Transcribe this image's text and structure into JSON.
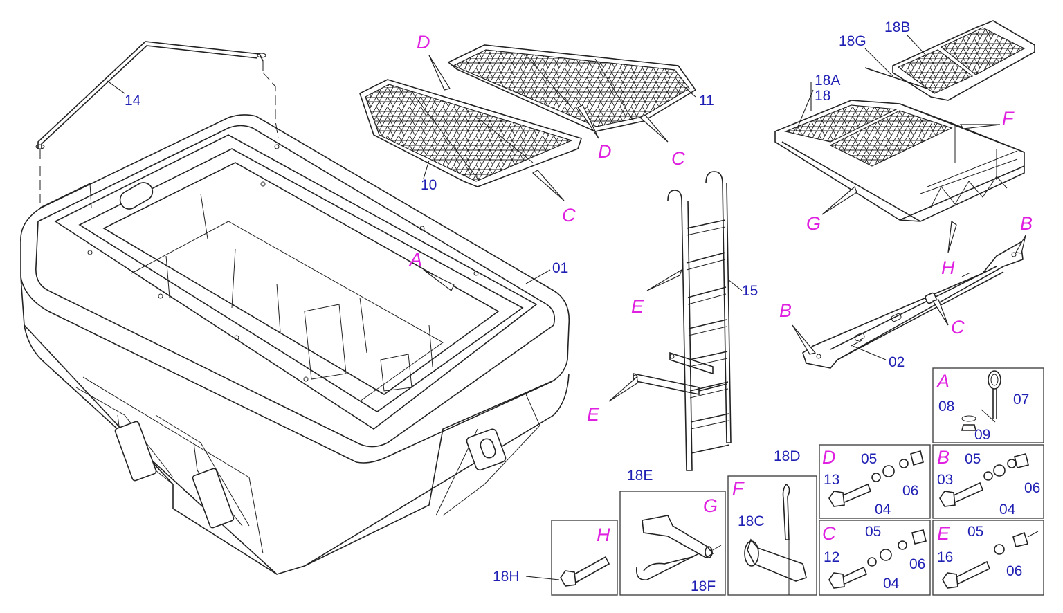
{
  "callouts": {
    "part_numbers": [
      "01",
      "02",
      "10",
      "11",
      "14",
      "15",
      "18",
      "18A",
      "18B",
      "18G"
    ],
    "view_letters": [
      "A",
      "B",
      "C",
      "D",
      "E",
      "F",
      "G",
      "H"
    ],
    "detail_parts": [
      "03",
      "04",
      "05",
      "06",
      "07",
      "08",
      "09",
      "12",
      "13",
      "16",
      "18C",
      "18D",
      "18E",
      "18F",
      "18H"
    ]
  },
  "labels": {
    "p14": "14",
    "p01": "01",
    "p10": "10",
    "p11": "11",
    "p15": "15",
    "p02": "02",
    "p18": "18",
    "p18A": "18A",
    "p18B": "18B",
    "p18G": "18G",
    "vA_main": "A",
    "vD_top": "D",
    "vD_mid": "D",
    "vC_mid": "C",
    "vC_right": "C",
    "vC_lower": "C",
    "vE_upper": "E",
    "vE_lower": "E",
    "vF_main": "F",
    "vG_main": "G",
    "vH_main": "H",
    "vB_right": "B",
    "vB_left": "B"
  },
  "details": {
    "A": {
      "title": "A",
      "parts": [
        "07",
        "08",
        "09"
      ]
    },
    "D": {
      "title": "D",
      "parts": [
        "05",
        "13",
        "04",
        "06"
      ]
    },
    "B": {
      "title": "B",
      "parts": [
        "05",
        "03",
        "04",
        "06"
      ]
    },
    "C": {
      "title": "C",
      "parts": [
        "05",
        "12",
        "04",
        "06"
      ]
    },
    "E": {
      "title": "E",
      "parts": [
        "05",
        "16",
        "06"
      ]
    },
    "F": {
      "title": "F",
      "parts": [
        "18D",
        "18C"
      ]
    },
    "G": {
      "title": "G",
      "parts": [
        "18E",
        "18F"
      ]
    },
    "H": {
      "title": "H",
      "parts": [
        "18H"
      ]
    }
  }
}
